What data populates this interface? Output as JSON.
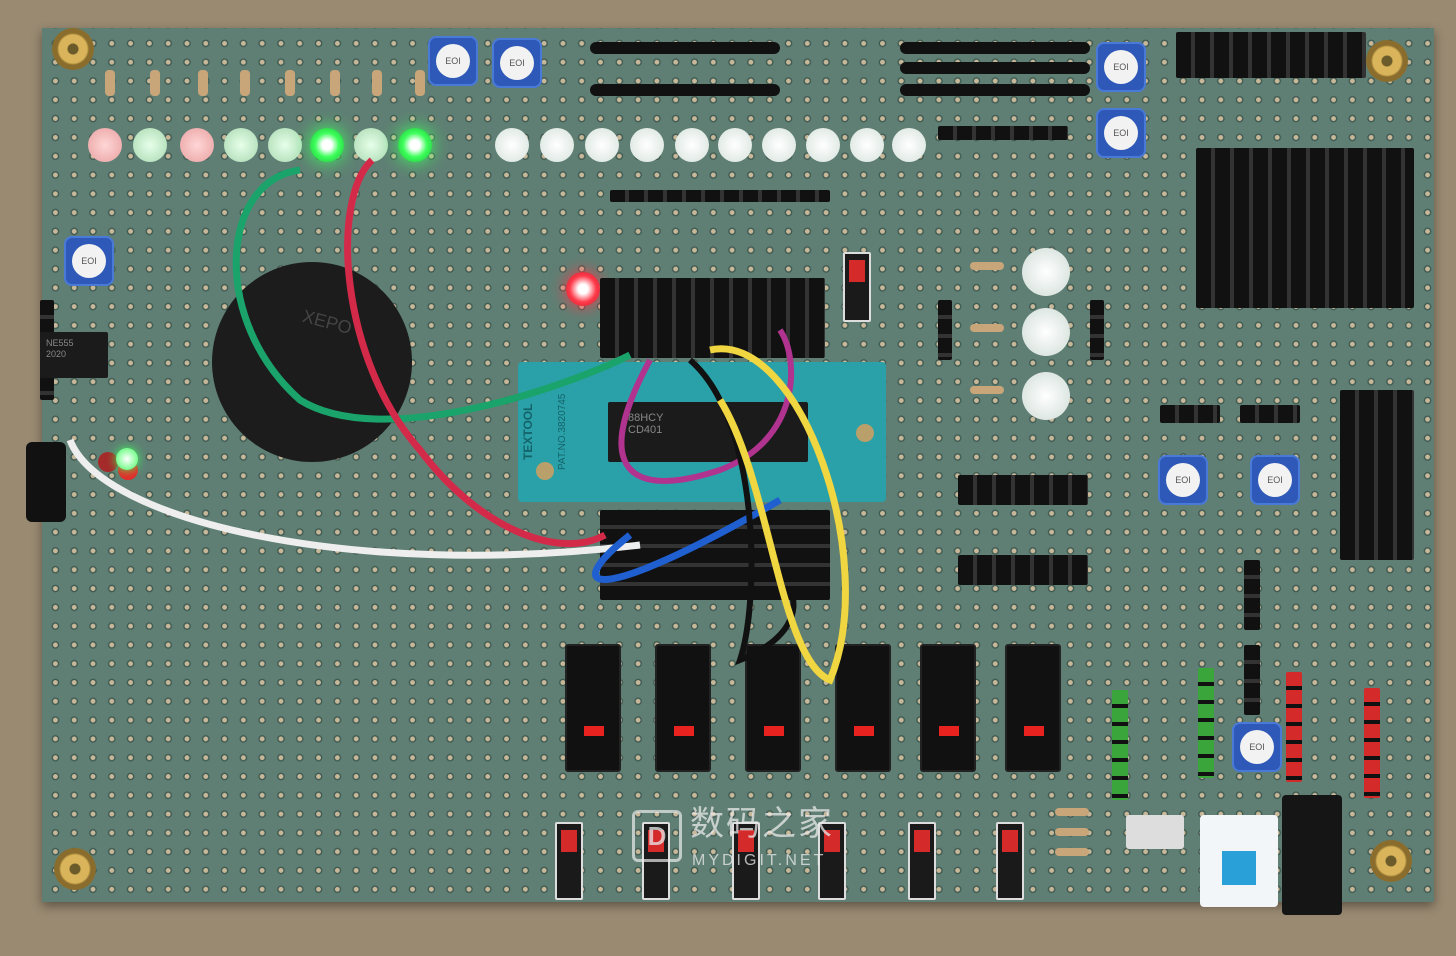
{
  "watermark": {
    "chinese": "数码之家",
    "site": "MYDIGIT.NET",
    "logo_letter": "D"
  },
  "zif_socket": {
    "brand": "TEXTOOL",
    "patent": "PAT.NO.3820745"
  },
  "main_chip": {
    "line1": "88HCY",
    "line2": "CD401"
  },
  "left_chip": {
    "line1": "NE555",
    "line2": "2020"
  },
  "buzzer": {
    "label": "XEPO"
  },
  "trimmer_label": "EOI",
  "colors": {
    "board": "#5f7f74",
    "background": "#9a8a72",
    "wire_green": "#1aa36b",
    "wire_red": "#d42a4a",
    "wire_white": "#eeeeee",
    "wire_blue": "#1f5fd0",
    "wire_yellow": "#f0d640",
    "wire_purple": "#b0338f",
    "wire_black": "#111111"
  },
  "led_states": [
    "dim-red",
    "dim-green",
    "dim-red",
    "dim-green",
    "dim-green",
    "on-green",
    "dim-green",
    "on-green",
    "off-white",
    "off-white",
    "off-white",
    "off-white",
    "off-white",
    "off-white",
    "off-white",
    "off-white",
    "off-white",
    "off-white"
  ]
}
